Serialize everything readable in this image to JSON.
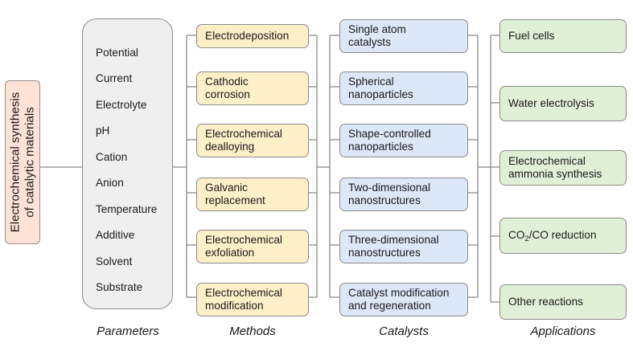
{
  "root": {
    "label_line1": "Electrochemical synthesis",
    "label_line2": "of catalytic materials"
  },
  "parameters": {
    "items": [
      "Potential",
      "Current",
      "Electrolyte",
      "pH",
      "Cation",
      "Anion",
      "Temperature",
      "Additive",
      "Solvent",
      "Substrate"
    ]
  },
  "methods": {
    "items": [
      {
        "line1": "Electrodeposition",
        "line2": ""
      },
      {
        "line1": "Cathodic",
        "line2": "corrosion"
      },
      {
        "line1": "Electrochemical",
        "line2": "dealloying"
      },
      {
        "line1": "Galvanic",
        "line2": "replacement"
      },
      {
        "line1": "Electrochemical",
        "line2": "exfoliation"
      },
      {
        "line1": "Electrochemical",
        "line2": "modification"
      }
    ]
  },
  "catalysts": {
    "items": [
      {
        "line1": "Single atom",
        "line2": "catalysts"
      },
      {
        "line1": "Spherical",
        "line2": "nanoparticles"
      },
      {
        "line1": "Shape-controlled",
        "line2": "nanoparticles"
      },
      {
        "line1": "Two-dimensional",
        "line2": "nanostructures"
      },
      {
        "line1": "Three-dimensional",
        "line2": "nanostructures"
      },
      {
        "line1": "Catalyst modification",
        "line2": "and regeneration"
      }
    ]
  },
  "applications": {
    "fuel_cells": "Fuel cells",
    "water_electrolysis": "Water electrolysis",
    "ammonia_line1": "Electrochemical",
    "ammonia_line2": "ammonia synthesis",
    "co2_prefix": "CO",
    "co2_subscript": "2",
    "co2_suffix": "/CO reduction",
    "other": "Other reactions"
  },
  "column_labels": {
    "parameters": "Parameters",
    "methods": "Methods",
    "catalysts": "Catalysts",
    "applications": "Applications"
  },
  "colors": {
    "root_fill": "#fde3d6",
    "parameters_fill": "#efefef",
    "methods_fill": "#fdefc8",
    "catalysts_fill": "#dce7f7",
    "applications_fill": "#e0f0d6",
    "connector_line": "#8a8a8a"
  }
}
